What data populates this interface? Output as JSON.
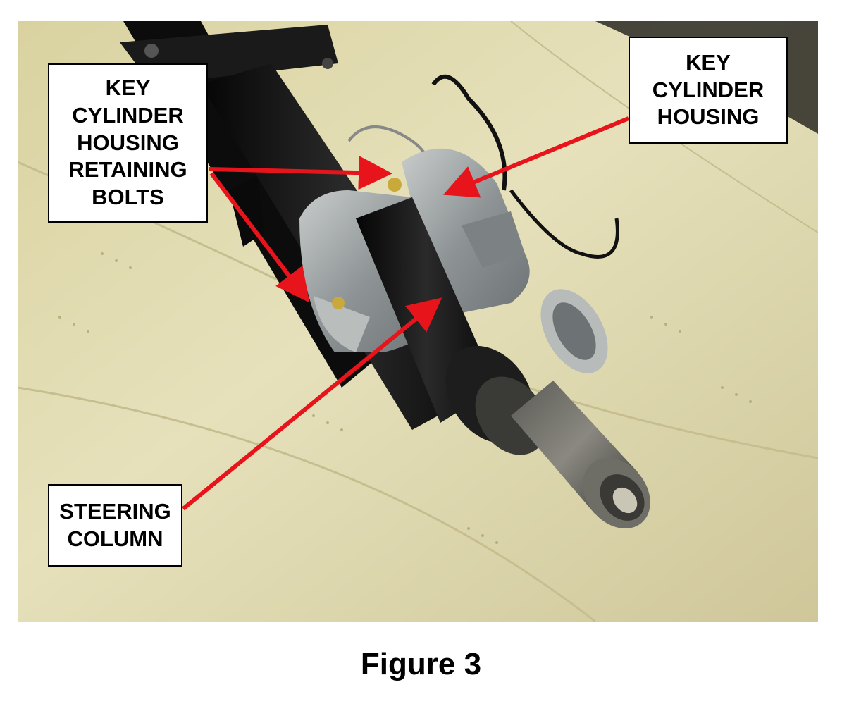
{
  "figure": {
    "caption": "Figure 3",
    "labels": {
      "retaining_bolts": [
        "KEY",
        "CYLINDER",
        "HOUSING",
        "RETAINING",
        "BOLTS"
      ],
      "housing": [
        "KEY",
        "CYLINDER",
        "HOUSING"
      ],
      "steering_column": [
        "STEERING",
        "COLUMN"
      ]
    },
    "colors": {
      "arrow": "#e8141c",
      "background_cloth": "#ddd6a6",
      "column_body": "#141414",
      "housing_metal": "#9aa1a3"
    }
  }
}
